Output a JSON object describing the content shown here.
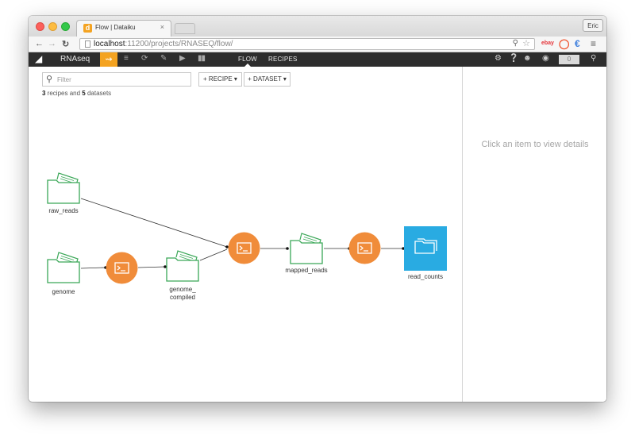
{
  "browser": {
    "tab_title": "Flow | Dataiku",
    "tab_favicon": "d",
    "tab_close": "×",
    "user_chip": "Eric",
    "url_host": "localhost",
    "url_rest": ":11200/projects/RNASEQ/flow/"
  },
  "app": {
    "project_name": "RNAseq",
    "tabs": [
      {
        "label": "FLOW"
      },
      {
        "label": "RECIPES"
      }
    ],
    "notification_count": "0"
  },
  "toolbar": {
    "filter_placeholder": "Filter",
    "recipe_button": "+ RECIPE ▾",
    "dataset_button": "+ DATASET ▾"
  },
  "summary": {
    "recipe_count": "3",
    "recipes_text": " recipes and ",
    "dataset_count": "5",
    "datasets_text": " datasets"
  },
  "nodes": {
    "raw_reads": "raw_reads",
    "genome": "genome",
    "genome_compiled_l1": "genome_",
    "genome_compiled_l2": "compiled",
    "mapped_reads": "mapped_reads",
    "read_counts": "read_counts"
  },
  "details_hint": "Click an item to view details",
  "colors": {
    "accent": "#f4a321",
    "dataset_green": "#3aa757",
    "recipe_orange": "#f08c3a",
    "selected_blue": "#29abe2",
    "nav_dark": "#2d2d2d"
  }
}
